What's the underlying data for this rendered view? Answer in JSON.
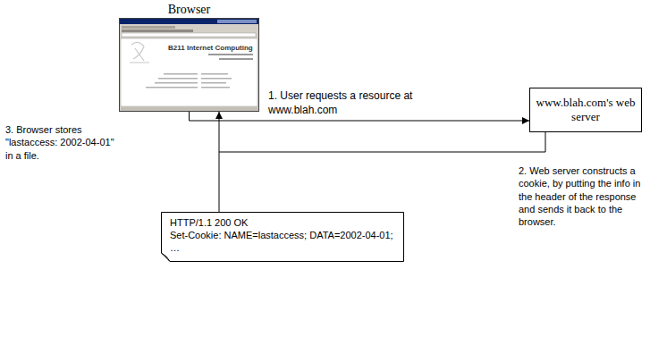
{
  "diagram": {
    "nodes": [
      {
        "text": [
          "Browser"
        ]
      },
      {
        "text": [
          "www.blah.com's web server"
        ]
      },
      {
        "text": [
          "HTTP/1.1 200 OK",
          "Set-Cookie: NAME=lastaccess; DATA=2002-04-01;",
          "…"
        ]
      }
    ],
    "edges": [
      {
        "from": 0,
        "to": 1,
        "arrow": "to"
      },
      {
        "from": 1,
        "to": 0,
        "arrow": "to"
      }
    ],
    "labels": [
      "1. User requests a resource at www.blah.com",
      "2. Web server constructs a cookie, by putting the info in the header of the response and sends it back to the browser.",
      "3. Browser stores \"lastaccess: 2002-04-01\" in a file.",
      "B211 Internet Computing"
    ]
  }
}
